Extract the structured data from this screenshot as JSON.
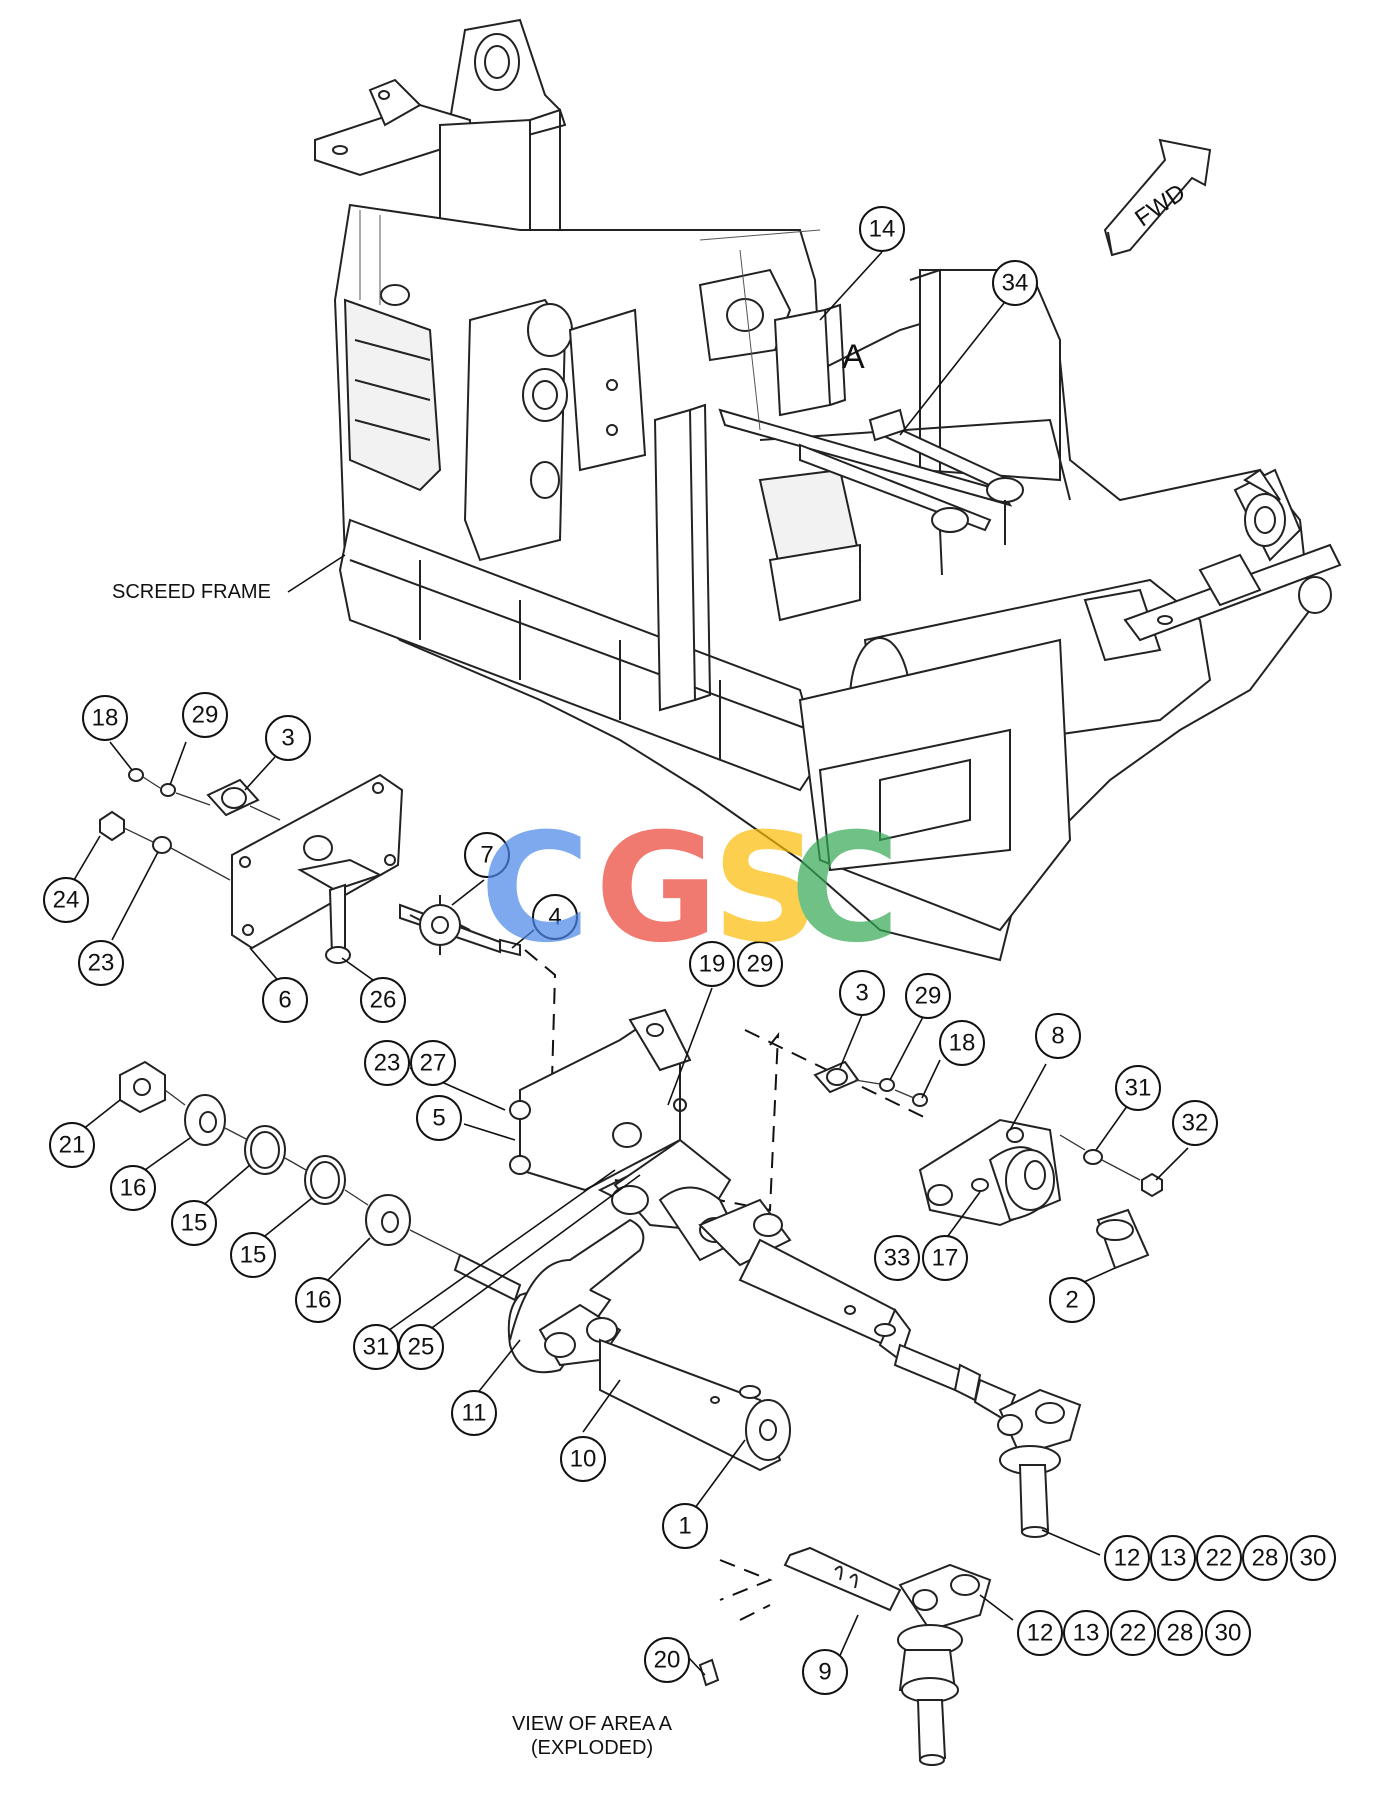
{
  "labels": {
    "screed_frame": "SCREED FRAME",
    "area_letter": "A",
    "fwd": "FWD",
    "view_caption_line1": "VIEW OF AREA A",
    "view_caption_line2": "(EXPLODED)"
  },
  "watermark": {
    "letters": [
      "C",
      "G",
      "S",
      "C"
    ],
    "colors": [
      "#4a86e8",
      "#ea4335",
      "#fbbc04",
      "#34a853"
    ]
  },
  "callouts": [
    "14",
    "34",
    "18",
    "29",
    "3",
    "24",
    "23",
    "6",
    "7",
    "4",
    "26",
    "19",
    "29",
    "3",
    "29",
    "18",
    "8",
    "23",
    "27",
    "5",
    "21",
    "16",
    "15",
    "15",
    "16",
    "31",
    "32",
    "33",
    "17",
    "2",
    "31",
    "25",
    "11",
    "10",
    "1",
    "12",
    "13",
    "22",
    "28",
    "30",
    "12",
    "13",
    "22",
    "28",
    "30",
    "20",
    "9"
  ]
}
